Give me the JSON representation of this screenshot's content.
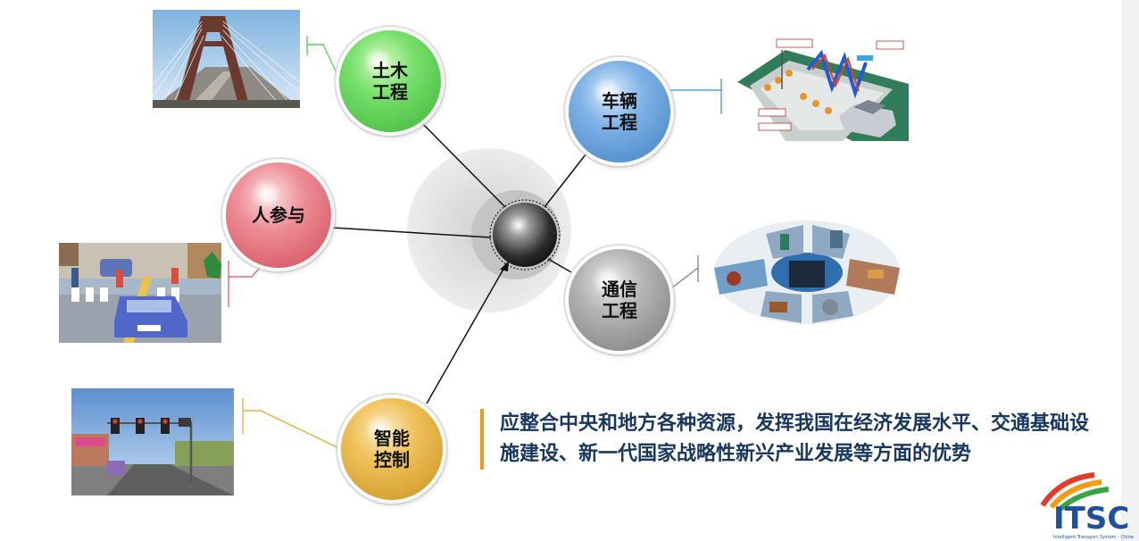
{
  "nodes": {
    "civil": "土木\n工程",
    "vehicle": "车辆\n工程",
    "people": "人参与",
    "comm": "通信\n工程",
    "control": "智能\n控制"
  },
  "statement": "应整合中央和地方各种资源，发挥我国在经济发展水平、交通基础设施建设、新一代国家战略性新兴产业发展等方面的优势",
  "logo": {
    "text": "ITSC",
    "tagline": "Intelligent Transport System - China"
  },
  "colors": {
    "civil": "#5fd35a",
    "vehicle": "#5b9bd5",
    "people": "#e36a78",
    "comm": "#9e9e9e",
    "control": "#e8b23a",
    "statement_bar": "#f39c12",
    "statement_text": "#17375e"
  }
}
